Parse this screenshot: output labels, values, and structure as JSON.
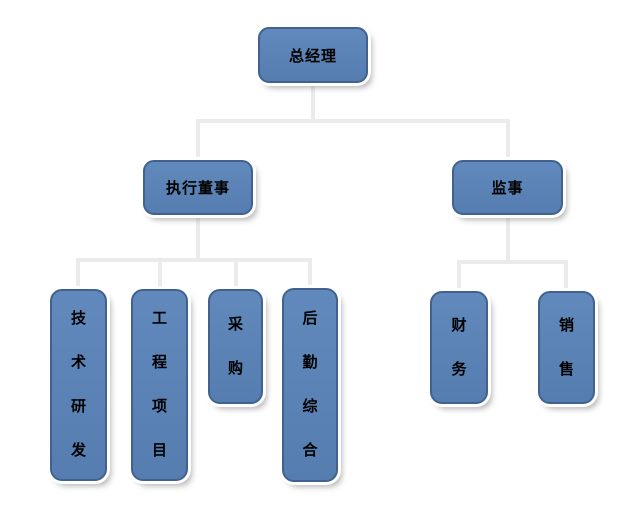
{
  "diagram": {
    "type": "org-chart",
    "nodes": [
      {
        "id": "general-manager",
        "label": "总经理",
        "parent": null,
        "orientation": "horizontal"
      },
      {
        "id": "executive-director",
        "label": "执行董事",
        "parent": "general-manager",
        "orientation": "horizontal"
      },
      {
        "id": "supervisor",
        "label": "监事",
        "parent": "general-manager",
        "orientation": "horizontal"
      },
      {
        "id": "tech-rd",
        "label": "技术研发",
        "parent": "executive-director",
        "orientation": "vertical"
      },
      {
        "id": "engineering-project",
        "label": "工程项目",
        "parent": "executive-director",
        "orientation": "vertical"
      },
      {
        "id": "procurement",
        "label": "采购",
        "parent": "executive-director",
        "orientation": "vertical"
      },
      {
        "id": "logistics-general",
        "label": "后勤综合",
        "parent": "executive-director",
        "orientation": "vertical"
      },
      {
        "id": "finance",
        "label": "财务",
        "parent": "supervisor",
        "orientation": "vertical"
      },
      {
        "id": "sales",
        "label": "销售",
        "parent": "supervisor",
        "orientation": "vertical"
      }
    ],
    "colors": {
      "node_fill": "#5b83b5",
      "node_border": "#41628e",
      "node_outline": "#ffffff",
      "connector": "#ebebeb",
      "text": "#000000",
      "background": "#ffffff"
    }
  }
}
